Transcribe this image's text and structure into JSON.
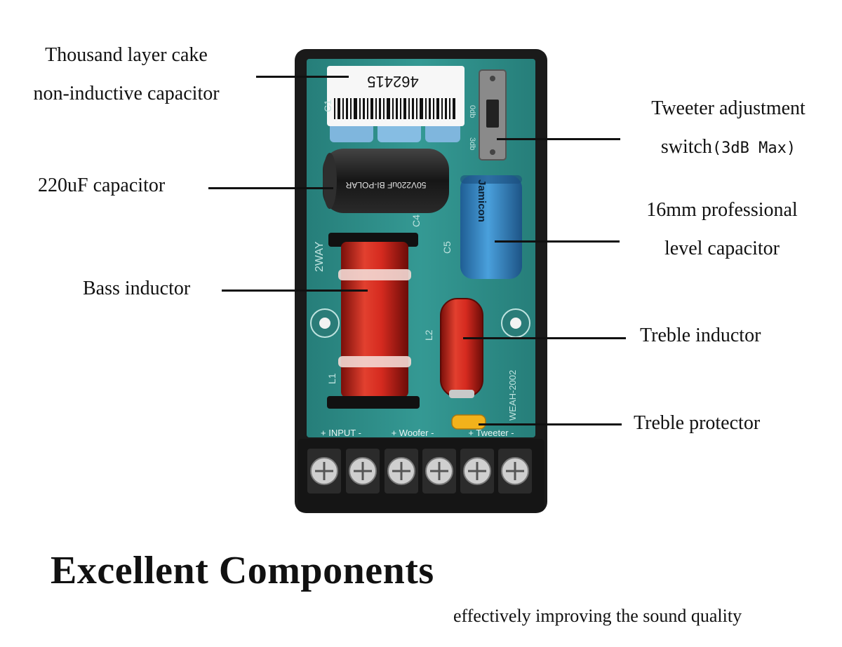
{
  "labels": {
    "capacitor_cake_line1": "Thousand layer cake",
    "capacitor_cake_line2": "non-inductive capacitor",
    "capacitor_220": "220uF capacitor",
    "bass_inductor": "Bass inductor",
    "tweeter_switch_line1": "Tweeter adjustment",
    "tweeter_switch_line2": "switch",
    "tweeter_switch_note": "(3dB Max)",
    "cap_16mm_line1": "16mm professional",
    "cap_16mm_line2": "level capacitor",
    "treble_inductor": "Treble inductor",
    "treble_protector": "Treble protector"
  },
  "heading": "Excellent Components",
  "subheading": "effectively improving the sound quality",
  "board_markings": {
    "sticker": "462415",
    "c1": "C1",
    "c4": "C4",
    "c5": "C5",
    "l1": "L1",
    "l2": "L2",
    "two_way": "2WAY",
    "model": "WEAH-2002",
    "switch_0db": "0db",
    "switch_3db": "3db",
    "cap_brand": "Jamicon",
    "cap_220_text": "50V220uF BI-POLAR",
    "terminal_input": "+ INPUT -",
    "terminal_woofer": "+ Woofer -",
    "terminal_tweeter": "+ Tweeter -"
  },
  "colors": {
    "pcb": "#2f8f8a",
    "enclosure": "#1c1c1c",
    "copper_coil": "#d52a1f",
    "blue_cap": "#2f86c7",
    "film_cap": "#7fb6dd",
    "protector": "#f2b21b"
  }
}
